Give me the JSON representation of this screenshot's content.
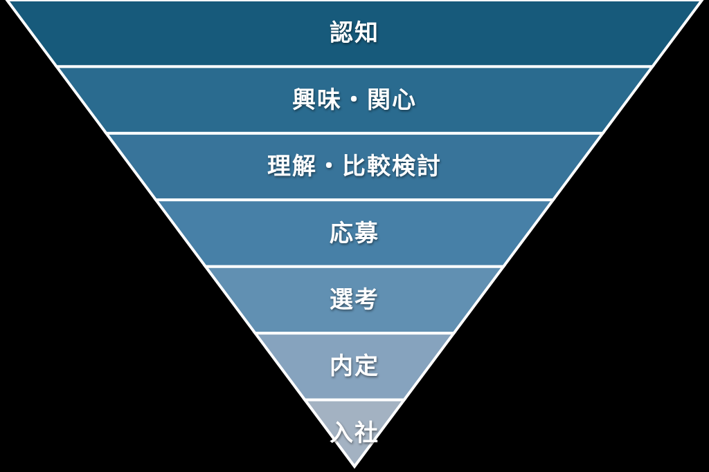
{
  "background_color": "#000000",
  "funnel": {
    "type": "inverted-funnel",
    "title": "",
    "border_color": "#ffffff",
    "text_color": "#ffffff",
    "stages": [
      {
        "label": "認知",
        "color": "#175a7b"
      },
      {
        "label": "興味・関心",
        "color": "#2a6b8f"
      },
      {
        "label": "理解・比較検討",
        "color": "#38749a"
      },
      {
        "label": "応募",
        "color": "#4780a7"
      },
      {
        "label": "選考",
        "color": "#6190b2"
      },
      {
        "label": "内定",
        "color": "#86a3be"
      },
      {
        "label": "入社",
        "color": "#a3b2c2"
      }
    ]
  }
}
